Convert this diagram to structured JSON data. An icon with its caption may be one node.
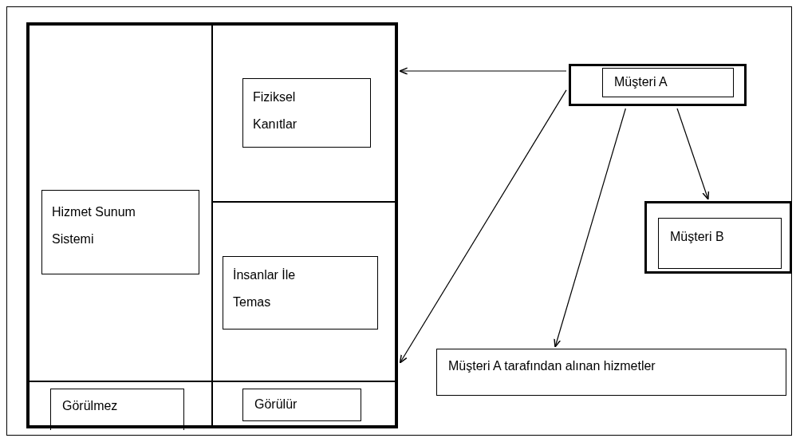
{
  "diagram": {
    "nodes": [
      {
        "text": [],
        "shape": "box"
      },
      {
        "text": [],
        "shape": "box",
        "in": 0
      },
      {
        "text": [
          "Hizmet Sunum Sistemi"
        ],
        "in": 1
      },
      {
        "text": [],
        "shape": "box",
        "in": 0
      },
      {
        "text": [
          "Fiziksel Kanıtlar"
        ],
        "in": 3
      },
      {
        "text": [],
        "shape": "box",
        "in": 0
      },
      {
        "text": [
          "İnsanlar İle Temas"
        ],
        "in": 5
      },
      {
        "text": [],
        "shape": "box",
        "in": 0
      },
      {
        "text": [
          "Görülmez"
        ],
        "in": 7
      },
      {
        "text": [],
        "shape": "box",
        "in": 0
      },
      {
        "text": [
          "Görülür"
        ],
        "in": 9
      },
      {
        "text": [],
        "shape": "box"
      },
      {
        "text": [
          "Müşteri A"
        ],
        "in": 11
      },
      {
        "text": [],
        "shape": "box"
      },
      {
        "text": [
          "Müşteri B"
        ],
        "in": 13
      },
      {
        "text": [
          "Müşteri A tarafından alınan hizmetler"
        ]
      }
    ],
    "edges": [
      {
        "from": 11,
        "to": 3,
        "arrow": "to"
      },
      {
        "from": 11,
        "to": 5,
        "arrow": "to"
      },
      {
        "from": 11,
        "to": 15,
        "arrow": "to"
      },
      {
        "from": 11,
        "to": 13,
        "arrow": "to"
      }
    ]
  }
}
